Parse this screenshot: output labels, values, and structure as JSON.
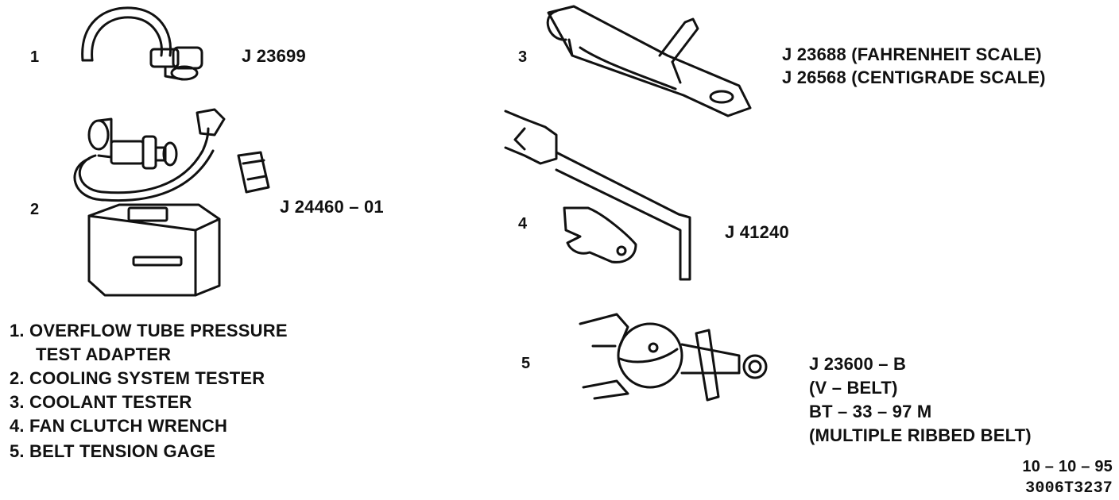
{
  "tools": [
    {
      "number": "1",
      "part": "J 23699",
      "icon": "overflow-tube-adapter"
    },
    {
      "number": "2",
      "part": "J 24460 – 01",
      "icon": "cooling-system-tester"
    },
    {
      "number": "3",
      "part_lines": [
        "J 23688 (FAHRENHEIT SCALE)",
        "J 26568 (CENTIGRADE SCALE)"
      ],
      "icon": "coolant-tester"
    },
    {
      "number": "4",
      "part": "J 41240",
      "icon": "fan-clutch-wrench"
    },
    {
      "number": "5",
      "part_lines": [
        "J 23600 – B",
        "(V – BELT)",
        "BT – 33 – 97 M",
        "(MULTIPLE RIBBED BELT)"
      ],
      "icon": "belt-tension-gage"
    }
  ],
  "legend": [
    {
      "text": "1.  OVERFLOW TUBE PRESSURE"
    },
    {
      "text": "TEST ADAPTER"
    },
    {
      "text": "2.  COOLING SYSTEM TESTER"
    },
    {
      "text": "3.  COOLANT TESTER"
    },
    {
      "text": "4.  FAN CLUTCH WRENCH"
    },
    {
      "text": "5.  BELT TENSION GAGE"
    }
  ],
  "footer": {
    "date": "10 – 10 – 95",
    "code": "3006T3237"
  }
}
